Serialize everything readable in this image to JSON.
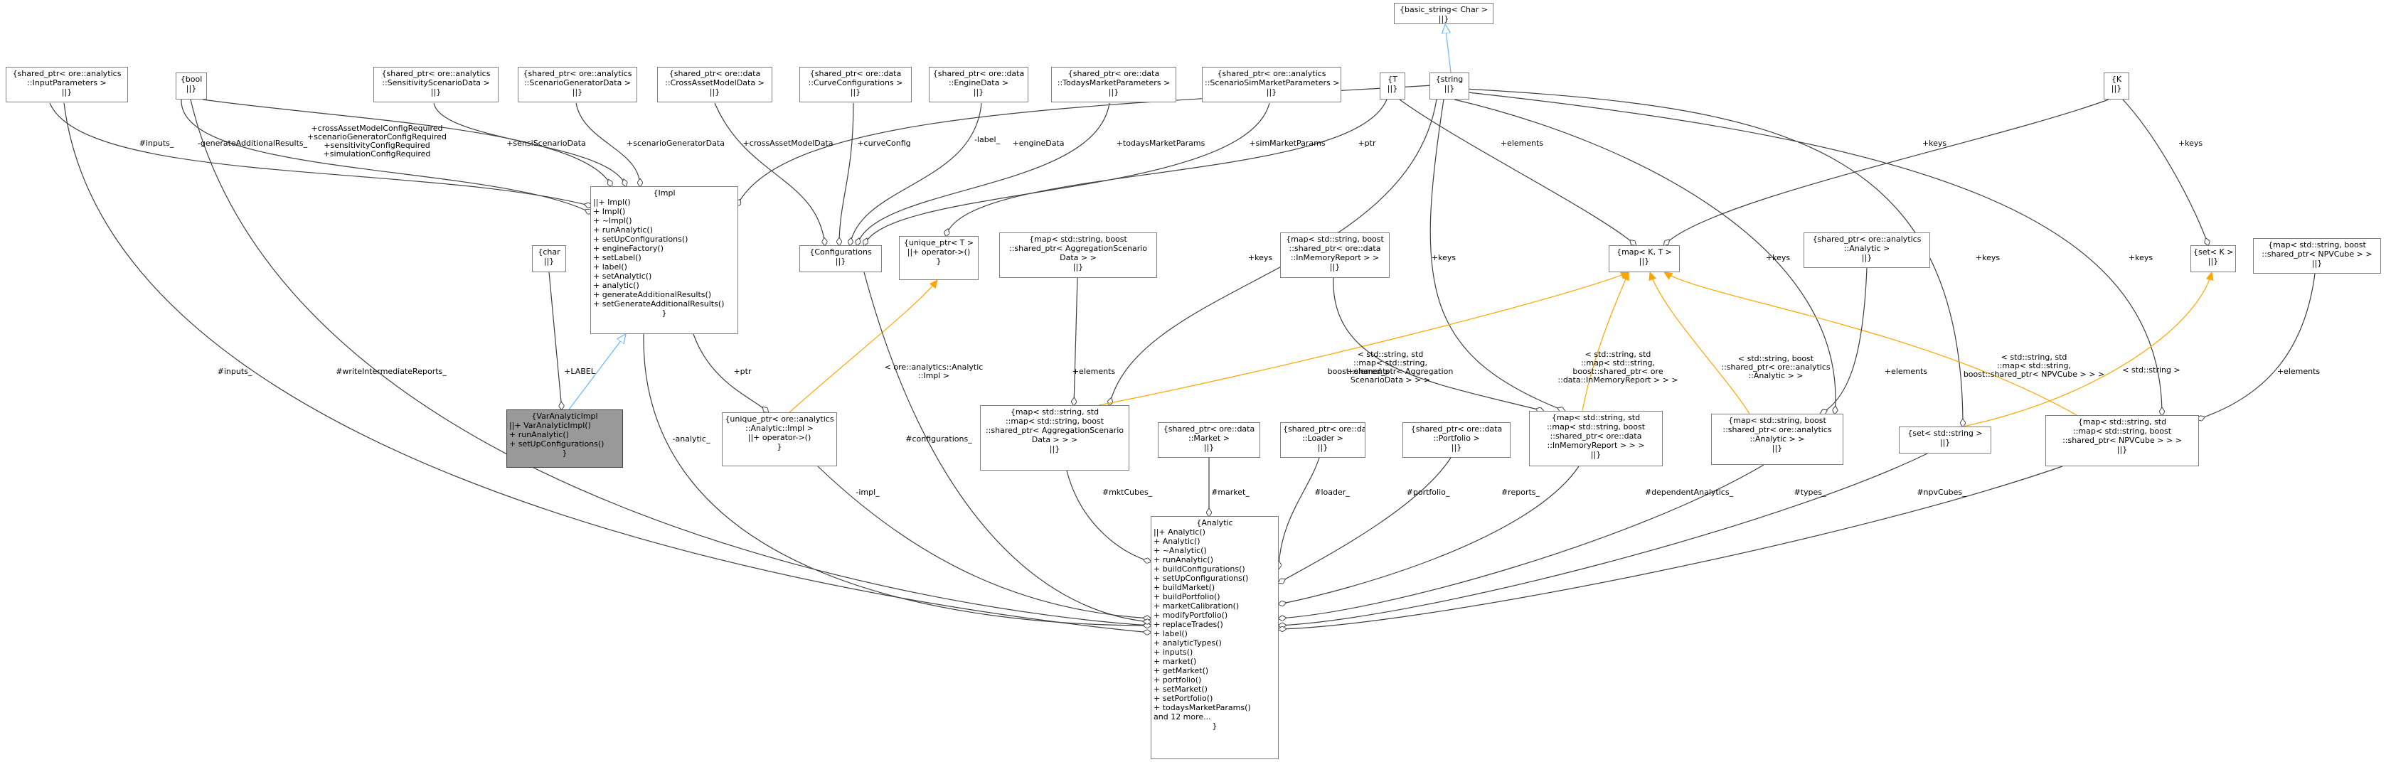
{
  "diagram": {
    "nodes": {
      "basic_string": {
        "lines": [
          "{basic_string< Char >",
          "||}"
        ],
        "members": []
      },
      "string": {
        "lines": [
          "{string",
          "||}"
        ],
        "members": []
      },
      "T": {
        "lines": [
          "{T",
          "||}"
        ],
        "members": []
      },
      "K": {
        "lines": [
          "{K",
          "||}"
        ],
        "members": []
      },
      "inputparams": {
        "lines": [
          "{shared_ptr< ore::analytics",
          "::InputParameters >",
          "||}"
        ],
        "members": []
      },
      "bool": {
        "lines": [
          "{bool",
          "||}"
        ],
        "members": []
      },
      "sensiscen": {
        "lines": [
          "{shared_ptr< ore::analytics",
          "::SensitivityScenarioData >",
          "||}"
        ],
        "members": []
      },
      "scengen": {
        "lines": [
          "{shared_ptr< ore::analytics",
          "::ScenarioGeneratorData >",
          "||}"
        ],
        "members": []
      },
      "crossasset": {
        "lines": [
          "{shared_ptr< ore::data",
          "::CrossAssetModelData >",
          "||}"
        ],
        "members": []
      },
      "curvecfg": {
        "lines": [
          "{shared_ptr< ore::data",
          "::CurveConfigurations >",
          "||}"
        ],
        "members": []
      },
      "enginedata": {
        "lines": [
          "{shared_ptr< ore::data",
          "::EngineData >",
          "||}"
        ],
        "members": []
      },
      "todaysmkt": {
        "lines": [
          "{shared_ptr< ore::data",
          "::TodaysMarketParameters >",
          "||}"
        ],
        "members": []
      },
      "scensim": {
        "lines": [
          "{shared_ptr< ore::analytics",
          "::ScenarioSimMarketParameters >",
          "||}"
        ],
        "members": []
      },
      "impl": {
        "lines": [
          "{Impl"
        ],
        "members": [
          "||+ Impl()",
          "+ Impl()",
          "+ ~Impl()",
          "+ runAnalytic()",
          "+ setUpConfigurations()",
          "+ engineFactory()",
          "+ setLabel()",
          "+ label()",
          "+ setAnalytic()",
          "+ analytic()",
          "+ generateAdditionalResults()",
          "+ setGenerateAdditionalResults()"
        ],
        "tail": [
          "}"
        ]
      },
      "char": {
        "lines": [
          "{char",
          "||}"
        ],
        "members": []
      },
      "configurations": {
        "lines": [
          "{Configurations",
          "||}"
        ],
        "members": []
      },
      "uniqueT": {
        "lines": [
          "{unique_ptr< T >",
          "||+ operator->()",
          "}"
        ],
        "members": []
      },
      "mapAggTmpl": {
        "lines": [
          "{map< std::string, boost",
          "::shared_ptr< AggregationScenario",
          "Data > >",
          "||}"
        ],
        "members": []
      },
      "mapInMemTmpl": {
        "lines": [
          "{map< std::string, boost",
          "::shared_ptr< ore::data",
          "::InMemoryReport > >",
          "||}"
        ],
        "members": []
      },
      "mapKT": {
        "lines": [
          "{map< K, T >",
          "||}"
        ],
        "members": []
      },
      "analyticPtr": {
        "lines": [
          "{shared_ptr< ore::analytics",
          "::Analytic >",
          "||}"
        ],
        "members": []
      },
      "setK": {
        "lines": [
          "{set< K >",
          "||}"
        ],
        "members": []
      },
      "mapNPVTmpl": {
        "lines": [
          "{map< std::string, boost",
          "::shared_ptr< NPVCube > >",
          "||}"
        ],
        "members": []
      },
      "varimpl": {
        "lines": [
          "{VarAnalyticImpl"
        ],
        "members": [
          "||+ VarAnalyticImpl()",
          "+ runAnalytic()",
          "+ setUpConfigurations()"
        ],
        "tail": [
          "}"
        ]
      },
      "uniqueImpl": {
        "lines": [
          "{unique_ptr< ore::analytics",
          "::Analytic::Impl >",
          "||+ operator->()",
          "}"
        ],
        "members": []
      },
      "mapAgg": {
        "lines": [
          "{map< std::string, std",
          "::map< std::string, boost",
          "::shared_ptr< AggregationScenario",
          "Data > > >",
          "||}"
        ],
        "members": []
      },
      "market": {
        "lines": [
          "{shared_ptr< ore::data",
          "::Market >",
          "||}"
        ],
        "members": []
      },
      "loader": {
        "lines": [
          "{shared_ptr< ore::data",
          "::Loader >",
          "||}"
        ],
        "members": []
      },
      "portfolio": {
        "lines": [
          "{shared_ptr< ore::data",
          "::Portfolio >",
          "||}"
        ],
        "members": []
      },
      "mapInMem": {
        "lines": [
          "{map< std::string, std",
          "::map< std::string, boost",
          "::shared_ptr< ore::data",
          "::InMemoryReport > > >",
          "||}"
        ],
        "members": []
      },
      "mapAnalytic": {
        "lines": [
          "{map< std::string, boost",
          "::shared_ptr< ore::analytics",
          "::Analytic > >",
          "||}"
        ],
        "members": []
      },
      "setString": {
        "lines": [
          "{set< std::string >",
          "||}"
        ],
        "members": []
      },
      "mapNPV": {
        "lines": [
          "{map< std::string, std",
          "::map< std::string, boost",
          "::shared_ptr< NPVCube > > >",
          "||}"
        ],
        "members": []
      },
      "analytic": {
        "lines": [
          "{Analytic"
        ],
        "members": [
          "||+ Analytic()",
          "+ Analytic()",
          "+ ~Analytic()",
          "+ runAnalytic()",
          "+ buildConfigurations()",
          "+ setUpConfigurations()",
          "+ buildMarket()",
          "+ buildPortfolio()",
          "+ marketCalibration()",
          "+ modifyPortfolio()",
          "+ replaceTrades()",
          "+ label()",
          "+ analyticTypes()",
          "+ inputs()",
          "+ market()",
          "+ getMarket()",
          "+ portfolio()",
          "+ setMarket()",
          "+ setPortfolio()",
          "+ todaysMarketParams()",
          "and 12 more..."
        ],
        "tail": [
          "}"
        ]
      }
    },
    "edge_labels": {
      "inputs_impl": "#inputs_",
      "genadd": "-generateAdditionalResults_",
      "configreq": [
        "+crossAssetModelConfigRequired",
        "+scenarioGeneratorConfigRequired",
        "+sensitivityConfigRequired",
        "+simulationConfigRequired"
      ],
      "sensi": "+sensiScenarioData",
      "scengen": "+scenarioGeneratorData",
      "crossasset": "+crossAssetModelData",
      "curvecfg": "+curveConfig",
      "enginedata": "+engineData",
      "label": "-label_",
      "todays": "+todaysMarketParams",
      "simmkt": "+simMarketParams",
      "ptr_t": "+ptr",
      "elements_t": "+elements",
      "keys_k": "+keys",
      "keys_setk": "+keys",
      "keys_map1": "+keys",
      "keys_map2": "+keys",
      "keys_map3": "+keys",
      "keys_set": "+keys",
      "keys_map4": "+keys",
      "LABEL": "+LABEL",
      "ptr_impl": "+ptr",
      "core_impl": [
        "< ore::analytics::Analytic",
        "::Impl >"
      ],
      "agg_tmpl": [
        "< std::string, std",
        "::map< std::string,",
        "boost::shared_ptr< Aggregation",
        "ScenarioData > > >"
      ],
      "inmem_tmpl": [
        "< std::string, std",
        "::map< std::string,",
        "boost::shared_ptr< ore",
        "::data::InMemoryReport > > >"
      ],
      "analytic_tmpl": [
        "< std::string, boost",
        "::shared_ptr< ore::analytics",
        "::Analytic > >"
      ],
      "npv_tmpl": [
        "< std::string, std",
        "::map< std::string,",
        "boost::shared_ptr< NPVCube > > >"
      ],
      "set_tmpl": "< std::string >",
      "elements_agg": "+elements",
      "elements_inmem": "+elements",
      "elements_analytic": "+elements",
      "elements_npv": "+elements",
      "inputs_analytic": "#inputs_",
      "writeinter": "#writeIntermediateReports_",
      "analytic_": "-analytic_",
      "impl_": "-impl_",
      "configurations_": "#configurations_",
      "mktcubes": "#mktCubes_",
      "market_": "#market_",
      "loader_": "#loader_",
      "portfolio_": "#portfolio_",
      "reports_": "#reports_",
      "depanalytics": "#dependentAnalytics_",
      "types_": "#types_",
      "npvcubes": "#npvCubes_"
    },
    "colors": {
      "edge": "#404040",
      "template_edge": "#ffa500",
      "inherit_edge": "#63b8ff",
      "focus_fill": "#999999",
      "node_border": "#7f7f7f"
    }
  }
}
